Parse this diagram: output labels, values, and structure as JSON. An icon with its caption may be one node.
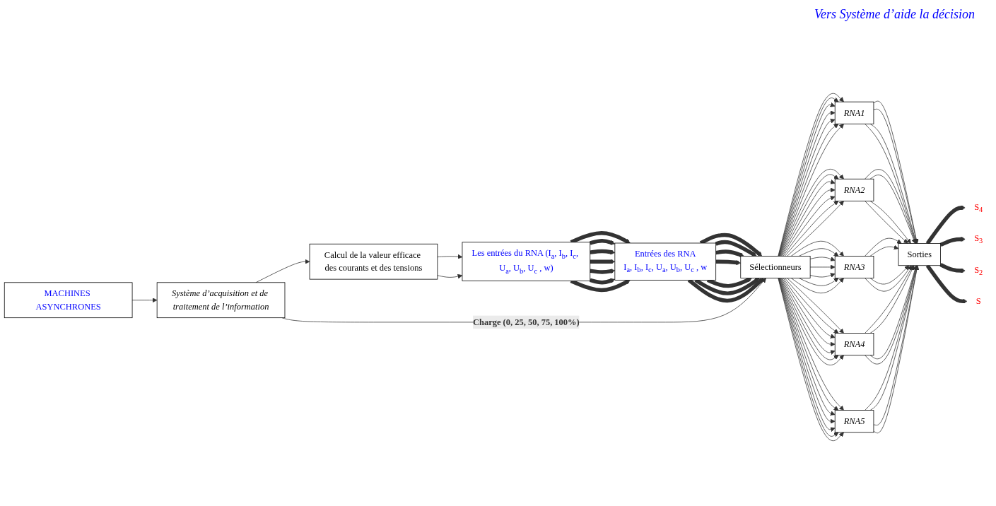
{
  "diagram": {
    "nodes": [
      {
        "text": [
          "MACHINES ASYNCHRONES"
        ]
      },
      {
        "text": [
          "Système d’acquisition et de traitement de l’information"
        ]
      },
      {
        "text": [
          "Calcul de la valeur efficace des courants et des tensions"
        ]
      },
      {
        "text": [
          "Les entrées du RNA (I$_{a}$, I$_{b}$, I$_{c}$, U$_{a}$, U$_{b}$, U$_{c}$ , w)"
        ]
      },
      {
        "text": [
          "Entrées des RNA",
          "I$_{a}$, I$_{b}$, I$_{c}$, U$_{a}$, U$_{b}$, U$_{c}$ , w"
        ]
      },
      {
        "text": [
          "Sélectionneurs"
        ]
      },
      {
        "text": [
          "RNA1"
        ]
      },
      {
        "text": [
          "RNA2"
        ]
      },
      {
        "text": [
          "RNA3"
        ]
      },
      {
        "text": [
          "RNA4"
        ]
      },
      {
        "text": [
          "RNA5"
        ]
      },
      {
        "text": [
          "Sorties"
        ]
      },
      {
        "text": [
          "S$_{4}$"
        ]
      },
      {
        "text": [
          "S$_{3}$"
        ]
      },
      {
        "text": [
          "S$_{2}$"
        ]
      },
      {
        "text": [
          "S"
        ]
      }
    ],
    "edges": [
      {
        "from": 0,
        "to": 1,
        "arrow": "to"
      },
      {
        "from": 1,
        "to": 2,
        "arrow": "to"
      },
      {
        "from": 2,
        "to": 3,
        "arrow": "to"
      },
      {
        "from": 2,
        "to": 3,
        "arrow": "to"
      },
      {
        "from": 3,
        "to": 4,
        "arrow": "to",
        "style": "thick"
      },
      {
        "from": 3,
        "to": 4,
        "arrow": "to",
        "style": "thick"
      },
      {
        "from": 3,
        "to": 4,
        "arrow": "to",
        "style": "thick"
      },
      {
        "from": 3,
        "to": 4,
        "arrow": "to",
        "style": "thick"
      },
      {
        "from": 3,
        "to": 4,
        "arrow": "to",
        "style": "thick"
      },
      {
        "from": 3,
        "to": 4,
        "arrow": "to",
        "style": "thick"
      },
      {
        "from": 3,
        "to": 4,
        "arrow": "to",
        "style": "thick"
      },
      {
        "from": 4,
        "to": 5,
        "arrow": "to",
        "style": "thick"
      },
      {
        "from": 4,
        "to": 5,
        "arrow": "to",
        "style": "thick"
      },
      {
        "from": 4,
        "to": 5,
        "arrow": "to",
        "style": "thick"
      },
      {
        "from": 4,
        "to": 5,
        "arrow": "to",
        "style": "thick"
      },
      {
        "from": 4,
        "to": 5,
        "arrow": "to",
        "style": "thick"
      },
      {
        "from": 4,
        "to": 5,
        "arrow": "to",
        "style": "thick"
      },
      {
        "from": 4,
        "to": 5,
        "arrow": "to",
        "style": "thick"
      },
      {
        "from": 5,
        "to": 6,
        "arrow": "to"
      },
      {
        "from": 5,
        "to": 6,
        "arrow": "to"
      },
      {
        "from": 5,
        "to": 6,
        "arrow": "to"
      },
      {
        "from": 5,
        "to": 6,
        "arrow": "to"
      },
      {
        "from": 5,
        "to": 6,
        "arrow": "to"
      },
      {
        "from": 5,
        "to": 6,
        "arrow": "to"
      },
      {
        "from": 5,
        "to": 6,
        "arrow": "to"
      },
      {
        "from": 5,
        "to": 7,
        "arrow": "to"
      },
      {
        "from": 5,
        "to": 7,
        "arrow": "to"
      },
      {
        "from": 5,
        "to": 7,
        "arrow": "to"
      },
      {
        "from": 5,
        "to": 7,
        "arrow": "to"
      },
      {
        "from": 5,
        "to": 7,
        "arrow": "to"
      },
      {
        "from": 5,
        "to": 7,
        "arrow": "to"
      },
      {
        "from": 5,
        "to": 7,
        "arrow": "to"
      },
      {
        "from": 5,
        "to": 8,
        "arrow": "to"
      },
      {
        "from": 5,
        "to": 8,
        "arrow": "to"
      },
      {
        "from": 5,
        "to": 8,
        "arrow": "to"
      },
      {
        "from": 5,
        "to": 8,
        "arrow": "to"
      },
      {
        "from": 5,
        "to": 8,
        "arrow": "to"
      },
      {
        "from": 5,
        "to": 8,
        "arrow": "to"
      },
      {
        "from": 5,
        "to": 8,
        "arrow": "to"
      },
      {
        "from": 5,
        "to": 9,
        "arrow": "to"
      },
      {
        "from": 5,
        "to": 9,
        "arrow": "to"
      },
      {
        "from": 5,
        "to": 9,
        "arrow": "to"
      },
      {
        "from": 5,
        "to": 9,
        "arrow": "to"
      },
      {
        "from": 5,
        "to": 9,
        "arrow": "to"
      },
      {
        "from": 5,
        "to": 9,
        "arrow": "to"
      },
      {
        "from": 5,
        "to": 9,
        "arrow": "to"
      },
      {
        "from": 5,
        "to": 10,
        "arrow": "to"
      },
      {
        "from": 5,
        "to": 10,
        "arrow": "to"
      },
      {
        "from": 5,
        "to": 10,
        "arrow": "to"
      },
      {
        "from": 5,
        "to": 10,
        "arrow": "to"
      },
      {
        "from": 5,
        "to": 10,
        "arrow": "to"
      },
      {
        "from": 5,
        "to": 10,
        "arrow": "to"
      },
      {
        "from": 5,
        "to": 10,
        "arrow": "to"
      },
      {
        "from": 6,
        "to": 11,
        "arrow": "to"
      },
      {
        "from": 6,
        "to": 11,
        "arrow": "to"
      },
      {
        "from": 6,
        "to": 11,
        "arrow": "to"
      },
      {
        "from": 6,
        "to": 11,
        "arrow": "to"
      },
      {
        "from": 7,
        "to": 11,
        "arrow": "to"
      },
      {
        "from": 7,
        "to": 11,
        "arrow": "to"
      },
      {
        "from": 7,
        "to": 11,
        "arrow": "to"
      },
      {
        "from": 7,
        "to": 11,
        "arrow": "to"
      },
      {
        "from": 8,
        "to": 11,
        "arrow": "to"
      },
      {
        "from": 8,
        "to": 11,
        "arrow": "to"
      },
      {
        "from": 8,
        "to": 11,
        "arrow": "to"
      },
      {
        "from": 8,
        "to": 11,
        "arrow": "to"
      },
      {
        "from": 9,
        "to": 11,
        "arrow": "to"
      },
      {
        "from": 9,
        "to": 11,
        "arrow": "to"
      },
      {
        "from": 9,
        "to": 11,
        "arrow": "to"
      },
      {
        "from": 9,
        "to": 11,
        "arrow": "to"
      },
      {
        "from": 10,
        "to": 11,
        "arrow": "to"
      },
      {
        "from": 10,
        "to": 11,
        "arrow": "to"
      },
      {
        "from": 10,
        "to": 11,
        "arrow": "to"
      },
      {
        "from": 10,
        "to": 11,
        "arrow": "to"
      },
      {
        "from": 11,
        "to": 12,
        "arrow": "to",
        "style": "thick"
      },
      {
        "from": 11,
        "to": 13,
        "arrow": "to",
        "style": "thick"
      },
      {
        "from": 11,
        "to": 14,
        "arrow": "to",
        "style": "thick"
      },
      {
        "from": 11,
        "to": 15,
        "arrow": "to",
        "style": "thick"
      },
      {
        "from": 1,
        "to": 5,
        "arrow": "to",
        "label": "Charge (0, 25, 50, 75, 100%)"
      }
    ],
    "labels": [
      "Vers Système d’aide la décision"
    ]
  }
}
